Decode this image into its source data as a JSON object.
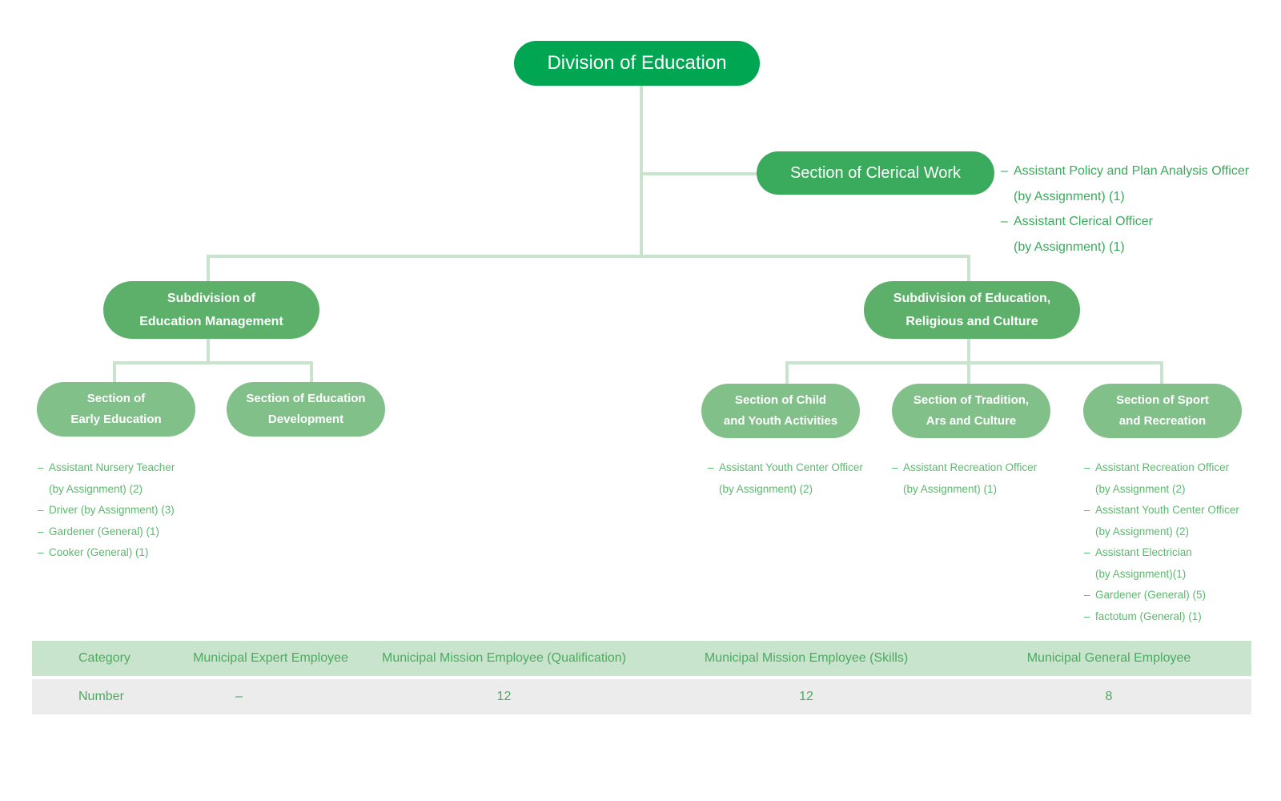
{
  "root": {
    "label": "Division of Education"
  },
  "clerical": {
    "label": "Section of Clerical Work",
    "staff": [
      [
        "Assistant Policy and Plan Analysis Officer",
        "(by Assignment) (1)"
      ],
      [
        "Assistant Clerical Officer",
        "(by Assignment) (1)"
      ]
    ]
  },
  "subdivisions": [
    {
      "lines": [
        "Subdivision of",
        "Education Management"
      ],
      "sections": [
        {
          "lines": [
            "Section of",
            "Early Education"
          ],
          "staff": [
            [
              "Assistant Nursery Teacher",
              "(by Assignment) (2)"
            ],
            [
              "Driver (by Assignment) (3)"
            ],
            [
              "Gardener (General) (1)"
            ],
            [
              "Cooker (General) (1)"
            ]
          ]
        },
        {
          "lines": [
            "Section of Education",
            "Development"
          ],
          "staff": []
        }
      ]
    },
    {
      "lines": [
        "Subdivision of Education,",
        "Religious and  Culture"
      ],
      "sections": [
        {
          "lines": [
            "Section of Child",
            "and Youth Activities"
          ],
          "staff": [
            [
              "Assistant Youth Center Officer",
              "(by Assignment) (2)"
            ]
          ]
        },
        {
          "lines": [
            "Section of Tradition,",
            "Ars and Culture"
          ],
          "staff": [
            [
              "Assistant Recreation Officer",
              "(by Assignment) (1)"
            ]
          ]
        },
        {
          "lines": [
            "Section of Sport",
            "and Recreation"
          ],
          "staff": [
            [
              "Assistant Recreation Officer",
              "(by Assignment (2)"
            ],
            [
              "Assistant Youth Center Officer",
              "(by Assignment) (2)"
            ],
            [
              "Assistant Electrician",
              "(by Assignment)(1)"
            ],
            [
              "Gardener (General) (5)"
            ],
            [
              " factotum (General) (1)"
            ]
          ]
        }
      ]
    }
  ],
  "summary_table": {
    "headers": [
      "Category",
      "Municipal Expert Employee",
      "Municipal Mission Employee (Qualification)",
      "Municipal Mission Employee (Skills)",
      "Municipal General Employee"
    ],
    "row": [
      "Number",
      "–",
      "12",
      "12",
      "8"
    ]
  },
  "colors": {
    "root": "#00a651",
    "section_primary": "#3aaa5c",
    "subdivision": "#5cb06a",
    "section": "#82c08a",
    "connector": "#c9e4cd",
    "text": "#5cb86e",
    "table_header": "#c9e4cd",
    "table_row": "#ececec"
  }
}
